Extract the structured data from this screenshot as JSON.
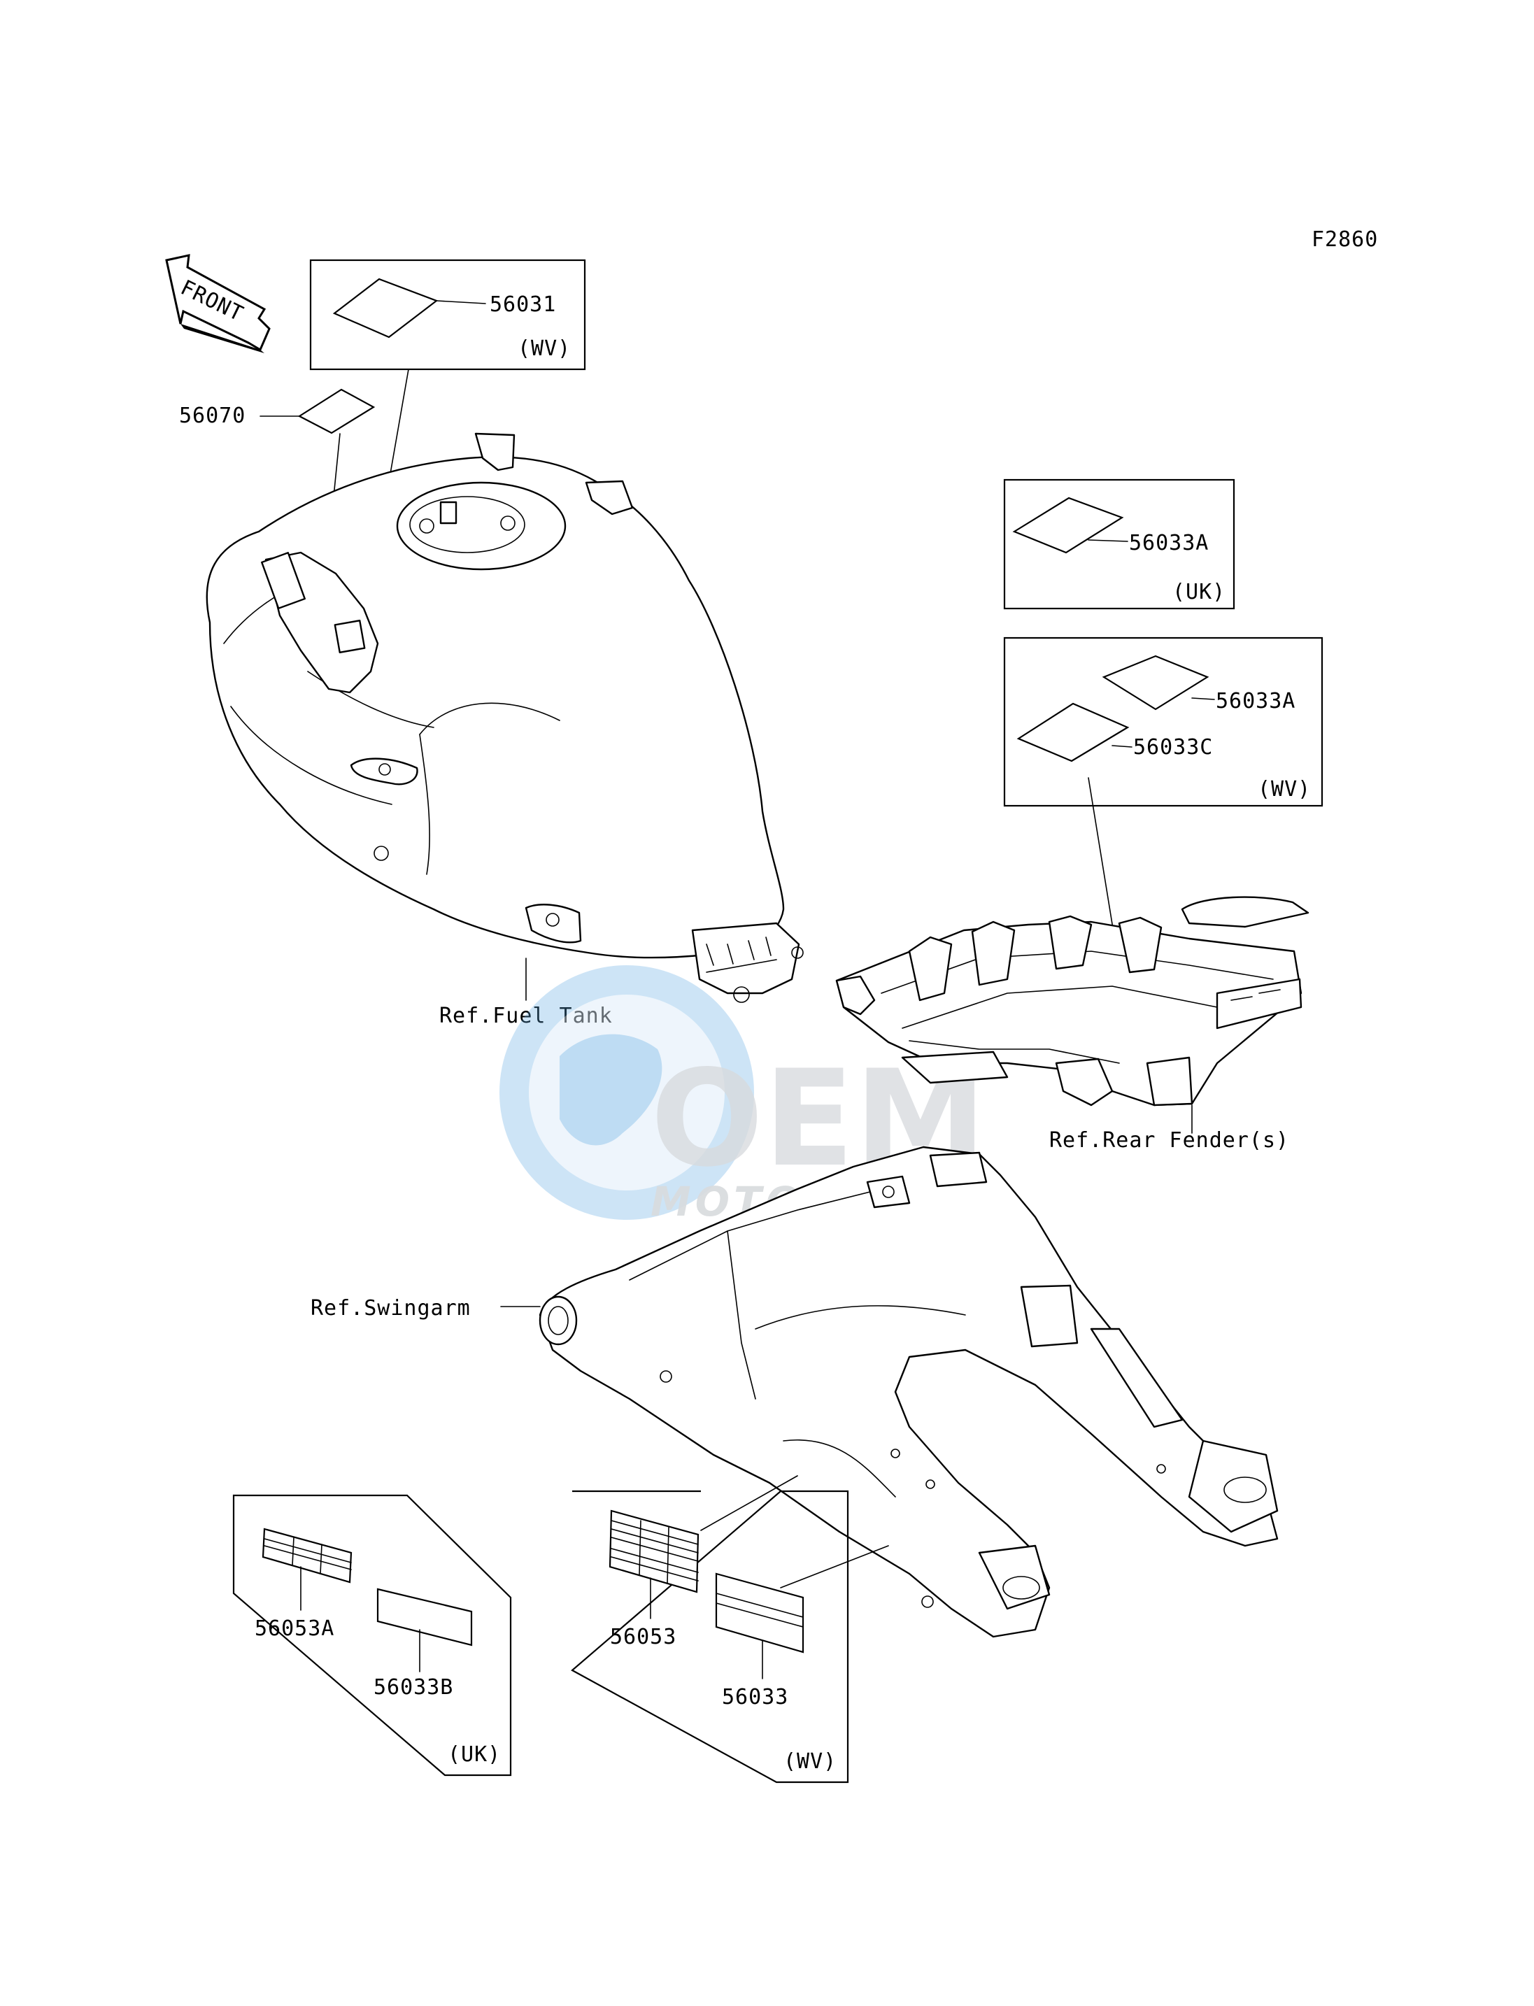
{
  "figure_code": "F2860",
  "front_label": "FRONT",
  "parts": {
    "p56031": "56031",
    "p56070": "56070",
    "p56033A_uk": "56033A",
    "p56033A_wv": "56033A",
    "p56033C": "56033C",
    "p56053A": "56053A",
    "p56033B": "56033B",
    "p56053": "56053",
    "p56033": "56033"
  },
  "regions": {
    "wv": "(WV)",
    "uk": "(UK)"
  },
  "references": {
    "fuel_tank": "Ref.Fuel Tank",
    "rear_fender": "Ref.Rear Fender(s)",
    "swingarm": "Ref.Swingarm"
  },
  "watermark": {
    "brand": "OEM",
    "tagline": "MOTORPARTS"
  },
  "colors": {
    "line": "#000000",
    "watermark_blue": "#5aa6e0",
    "watermark_grey": "#b9bdc3"
  }
}
